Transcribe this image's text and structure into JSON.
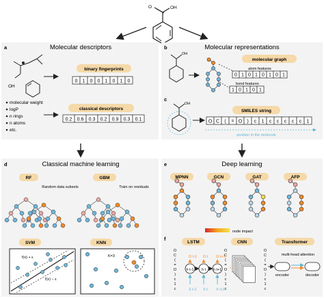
{
  "colors": {
    "panel_bg": "#f3f3f3",
    "pill": "#f5d9a8",
    "node_blue": "#6fb6d9",
    "node_orange": "#f08a2c",
    "node_pink": "#e9a8a2",
    "node_grey": "#b8d7e8",
    "dashed_blue": "#5bb6d6",
    "impact_gradient": [
      "#d62728",
      "#f5a623",
      "#f7e04b"
    ]
  },
  "top": {
    "molecule_label": "OH",
    "atom_o": "O"
  },
  "panel_a": {
    "letter": "a",
    "title": "Molecular descriptors",
    "oh_label": "OH",
    "fingerprint_pill": "binary fingerprints",
    "fingerprint_bits": [
      "0",
      "1",
      "0",
      "0",
      "1",
      "0",
      "1",
      "0"
    ],
    "bullets": [
      "molecular weight",
      "logP",
      "n rings",
      "n atoms",
      "etc."
    ],
    "descriptor_pill": "classical descriptors",
    "descriptor_values": [
      "0.2",
      "0.6",
      "0.3",
      "0.2",
      "0.9",
      "0.3",
      "0.1"
    ]
  },
  "panel_b": {
    "letter": "b",
    "title": "Molecular representations",
    "oh_label": "OH",
    "graph_pill": "molecular graph",
    "atom_features_label": "atom features",
    "atom_bits": [
      "0",
      "1",
      "0",
      "1",
      "0",
      "1",
      "0",
      "1"
    ],
    "bond_features_label": "bond features",
    "bond_bits": [
      "1",
      "0",
      "1",
      "0",
      "1"
    ]
  },
  "panel_c": {
    "letter": "c",
    "oh_label": "OH",
    "smiles_pill": "SMILES string",
    "smiles_tokens": [
      "O",
      "C",
      "(",
      "=",
      "O",
      ")",
      "c",
      "1",
      "c",
      "c",
      "c",
      "c",
      "c",
      "1"
    ],
    "position_label": "position in the molecule"
  },
  "panel_d": {
    "letter": "d",
    "title": "Classical machine learning",
    "rf_pill": "RF",
    "gbm_pill": "GBM",
    "rf_note": "Random data subsets",
    "gbm_note": "Train on residuals",
    "svm_pill": "SVM",
    "knn_pill": "KNN",
    "svm_upper": "f(x) + ε",
    "svm_lower": "f(x) − ε",
    "knn_label": "K=3"
  },
  "panel_e": {
    "letter": "e",
    "title": "Deep learning",
    "models": [
      "MPNN",
      "GCN",
      "GAT",
      "AFP"
    ],
    "impact_label": "node impact"
  },
  "panel_f": {
    "letter": "f",
    "lstm_pill": "LSTM",
    "cnn_pill": "CNN",
    "transformer_pill": "Transformer",
    "hidden": [
      "h t-1",
      "h t",
      "h t+1"
    ],
    "outputs": [
      "O t-1",
      "O t",
      "O t+1"
    ],
    "inputs": [
      "X t-1",
      "X t",
      "X t+1"
    ],
    "attention_label": "multi-head attention",
    "encoder_label": "encoder",
    "decoder_label": "decoder",
    "smiles_vertical": [
      "O",
      "C",
      "(",
      "=",
      "O",
      ")",
      "c",
      "1",
      "c"
    ]
  }
}
